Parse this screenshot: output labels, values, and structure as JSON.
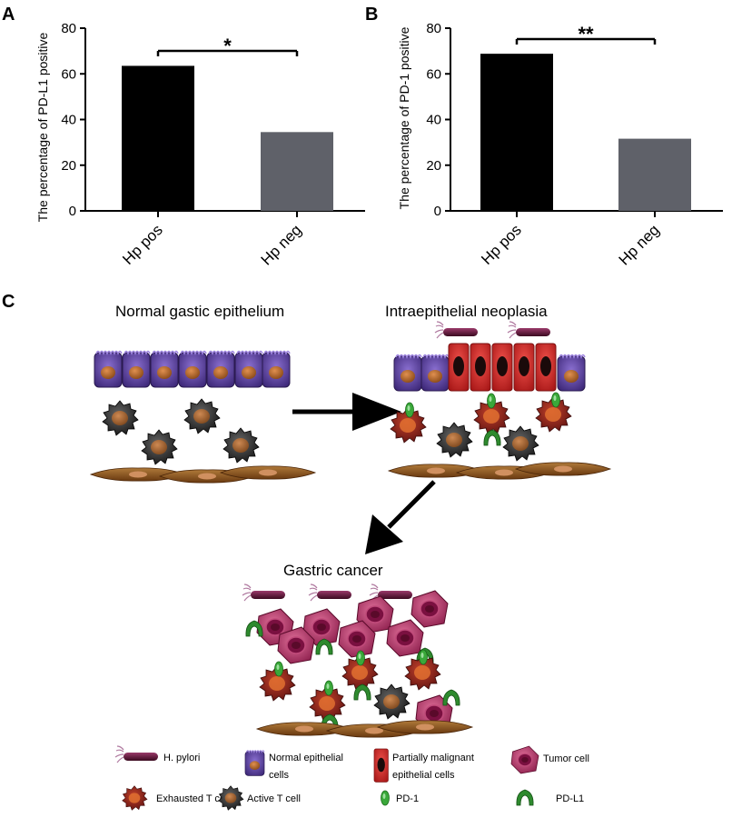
{
  "panels": {
    "a": "A",
    "b": "B",
    "c": "C"
  },
  "chart_data": [
    {
      "type": "bar",
      "panel": "A",
      "categories": [
        "Hp pos",
        "Hp neg"
      ],
      "values": [
        63.5,
        34.5
      ],
      "colors": [
        "#000000",
        "#5f6169"
      ],
      "ylabel": "The percentage of PD-L1 positive",
      "ylim": [
        0,
        80
      ],
      "yticks": [
        0,
        20,
        40,
        60,
        80
      ],
      "significance": "*",
      "grid": false
    },
    {
      "type": "bar",
      "panel": "B",
      "categories": [
        "Hp pos",
        "Hp neg"
      ],
      "values": [
        68.8,
        31.6
      ],
      "colors": [
        "#000000",
        "#5f6169"
      ],
      "ylabel": "The percentage of PD-1 positive",
      "ylim": [
        0,
        80
      ],
      "yticks": [
        0,
        20,
        40,
        60,
        80
      ],
      "significance": "**",
      "grid": false
    }
  ],
  "diagram": {
    "stage1_title": "Normal gastic epithelium",
    "stage2_title": "Intraepithelial neoplasia",
    "stage3_title": "Gastric cancer"
  },
  "legend": {
    "hpylori": "H. pylori",
    "normal_line1": "Normal epithelial",
    "normal_line2": "cells",
    "partial_line1": "Partially malignant",
    "partial_line2": "epithelial cells",
    "tumor": "Tumor cell",
    "exhausted": "Exhausted T cell",
    "active": "Active T cell",
    "pd1": "PD-1",
    "pdl1": "PD-L1"
  },
  "colors": {
    "normal_cell": "#5a3d9a",
    "malignant_cell": "#d42b2b",
    "tumor_cell": "#a52a5e",
    "exhausted_t": "#7a1f1f",
    "active_t": "#333333",
    "pd1": "#3aa83a",
    "fibroblast": "#8b5a2b"
  }
}
